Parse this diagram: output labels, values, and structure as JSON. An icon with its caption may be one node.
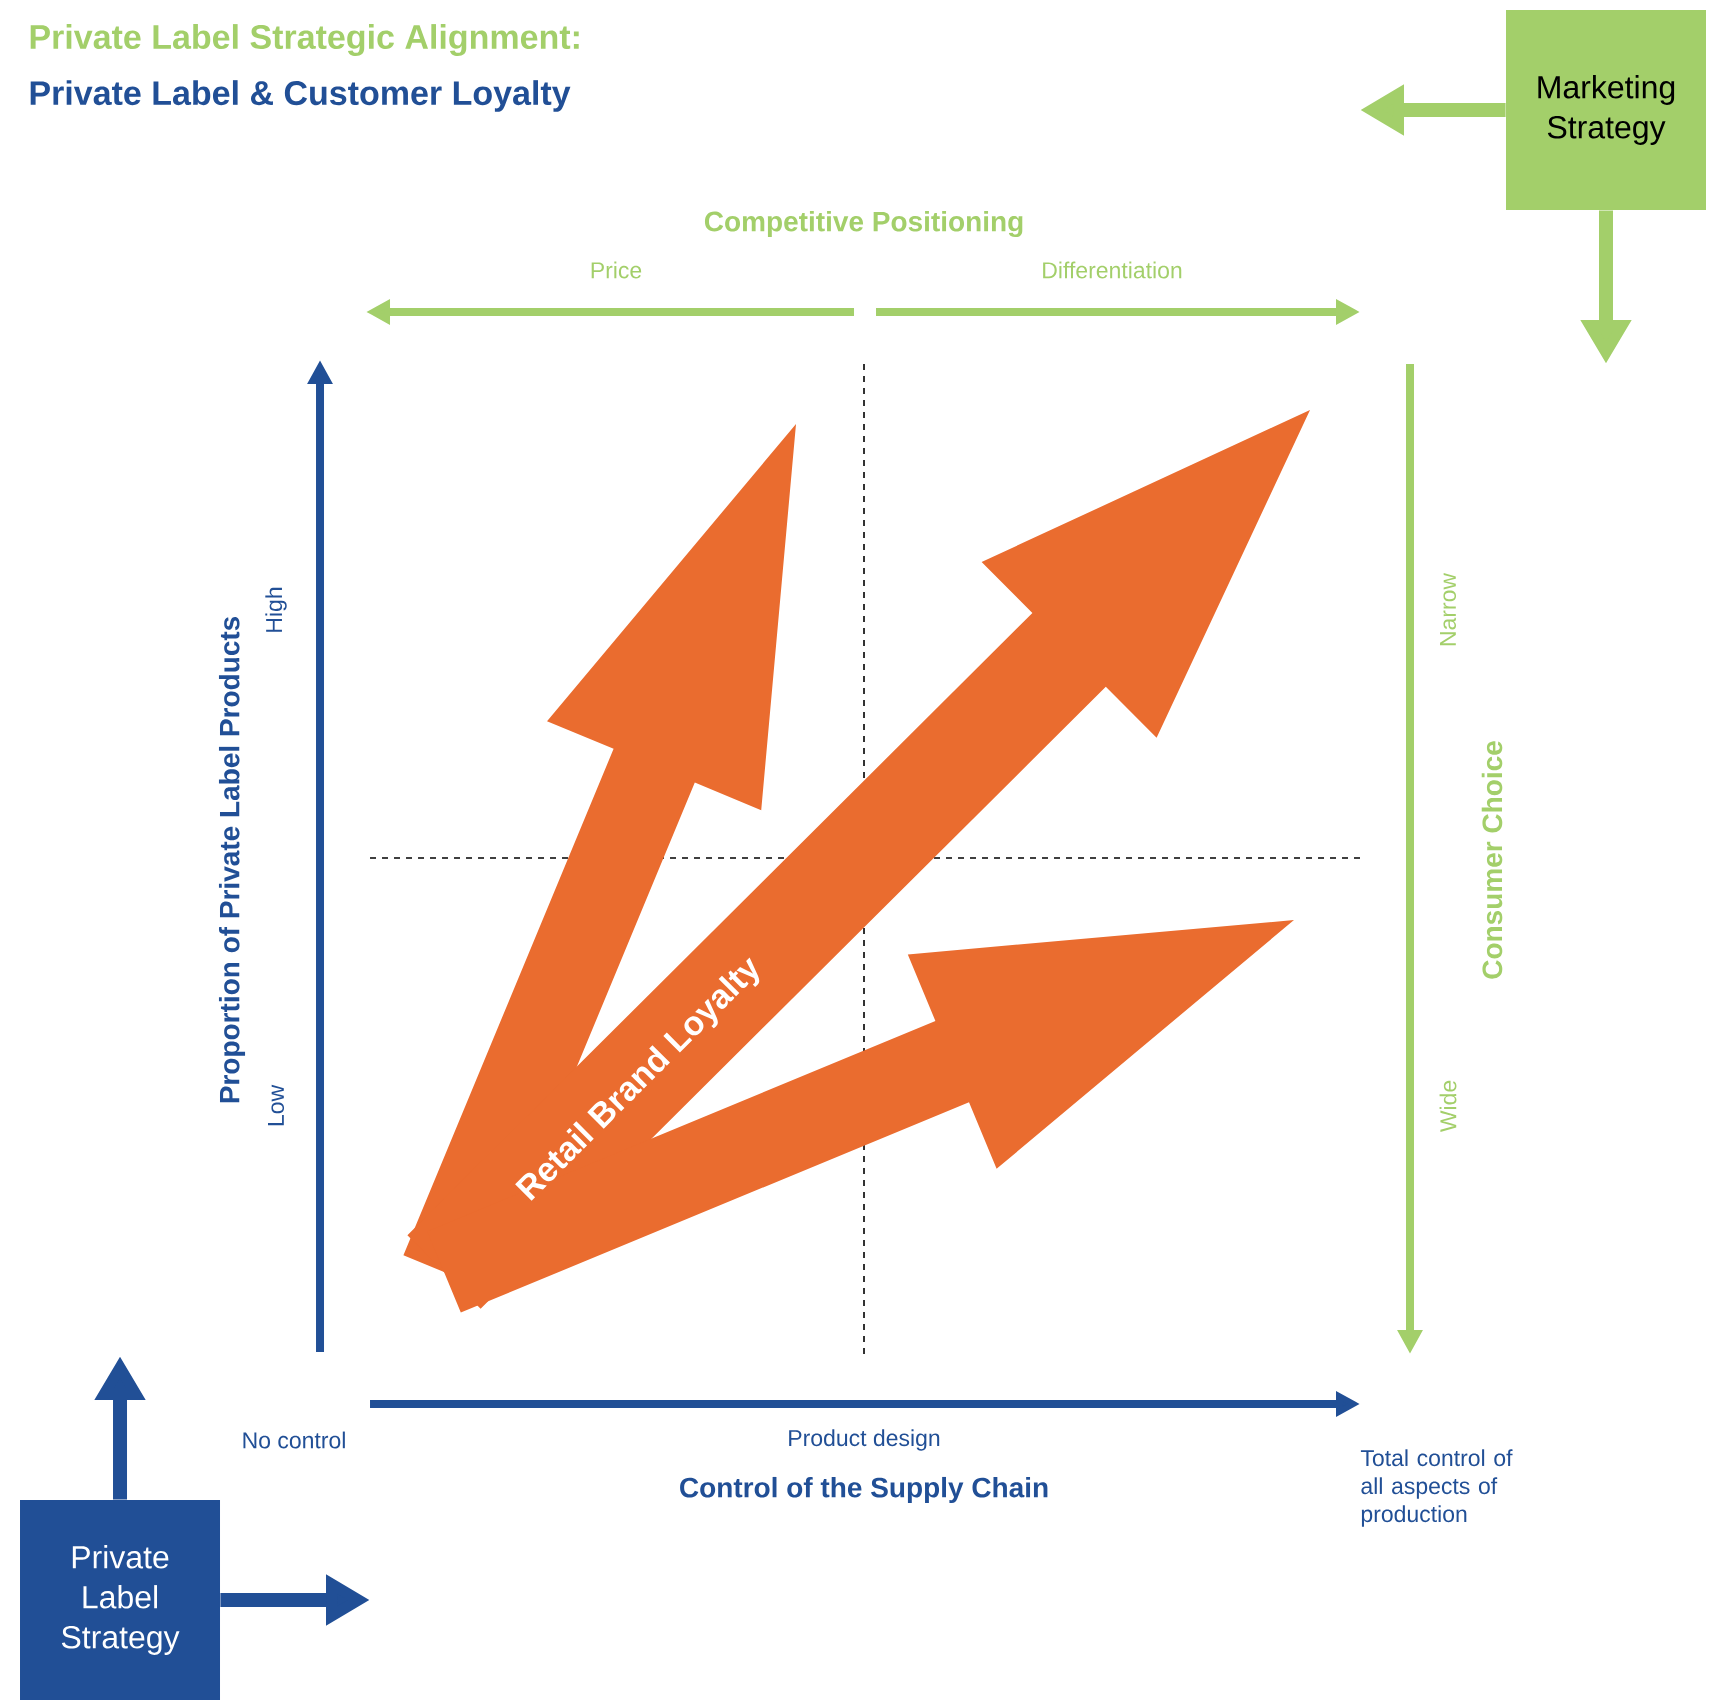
{
  "diagram": {
    "title": "Private Label Strategic Alignment:",
    "nodes": [
      {
        "text": [
          "Marketing Strategy"
        ]
      },
      {
        "text": [
          "Private Label Strategy"
        ]
      }
    ],
    "edges": [
      {
        "from": 0,
        "to": null,
        "arrow": "to",
        "color": "#a3cf6a"
      },
      {
        "from": 0,
        "to": null,
        "arrow": "to",
        "color": "#a3cf6a"
      },
      {
        "from": 1,
        "to": null,
        "arrow": "to",
        "color": "#214f96"
      },
      {
        "from": 1,
        "to": null,
        "arrow": "to",
        "color": "#214f96"
      }
    ],
    "labels": [
      "Private Label & Customer Loyalty",
      "Competitive Positioning",
      "Price",
      "Differentiation",
      "High",
      "Proportion of Private Label Products",
      "Low",
      "Narrow",
      "Consumer Choice",
      "Wide",
      "Retail Brand Loyalty",
      "No control",
      "Product design",
      "Control of the Supply Chain",
      "Total control of all aspects of production"
    ]
  }
}
